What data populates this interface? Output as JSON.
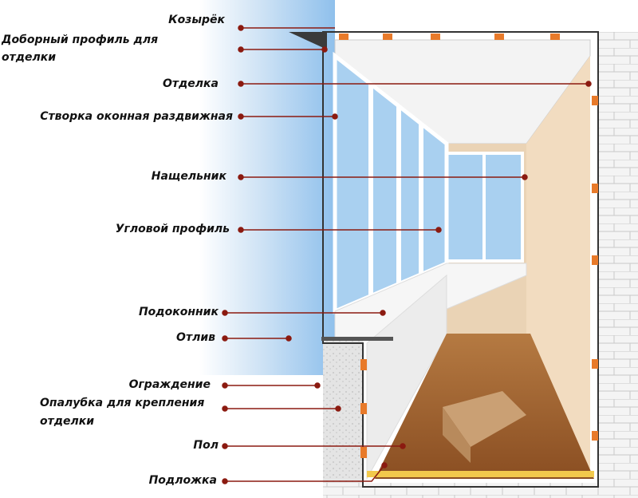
{
  "colors": {
    "leader": "#8b1a10",
    "floor": "#a0622e",
    "wall": "#f2dcc0",
    "sky": "#9cc8ee",
    "insulation": "#e87a2a"
  },
  "labels": {
    "kozyrek": "Козырёк",
    "dobor_1": "Доборный профиль для",
    "dobor_2": "отделки",
    "otdelka": "Отделка",
    "stvorka": "Створка оконная раздвижная",
    "naschelnik": "Нащельник",
    "uglovoy": "Угловой профиль",
    "podokonnik": "Подоконник",
    "otliv": "Отлив",
    "ograzhdenie": "Ограждение",
    "opalubka_1": "Опалубка для крепления",
    "opalubka_2": "отделки",
    "pol": "Пол",
    "podlozhka": "Подложка"
  }
}
